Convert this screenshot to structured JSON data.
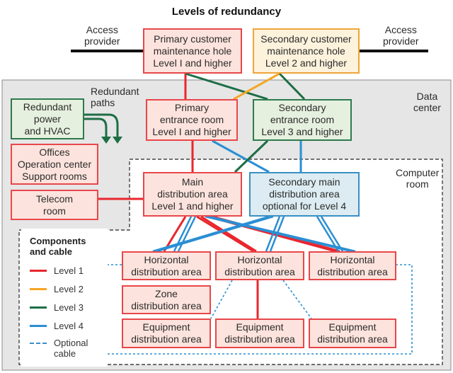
{
  "title": "Levels of redundancy",
  "access_provider_left": [
    "Access",
    "provider"
  ],
  "access_provider_right": [
    "Access",
    "provider"
  ],
  "data_center_label": [
    "Data",
    "center"
  ],
  "computer_room_label": [
    "Computer",
    "room"
  ],
  "redundant_paths_label": [
    "Redundant",
    "paths"
  ],
  "boxes": {
    "primary_hole": [
      "Primary customer",
      "maintenance hole",
      "Level I and higher"
    ],
    "secondary_hole": [
      "Secondary customer",
      "maintenance hole",
      "Level 2 and higher"
    ],
    "redundant_power": [
      "Redundant",
      "power",
      "and HVAC"
    ],
    "primary_entrance": [
      "Primary",
      "entrance room",
      "Level I and higher"
    ],
    "secondary_entrance": [
      "Secondary",
      "entrance room",
      "Level 3 and higher"
    ],
    "offices": [
      "Offices",
      "Operation center",
      "Support rooms"
    ],
    "telecom": [
      "Telecom",
      "room"
    ],
    "main_dist": [
      "Main",
      "distribution area",
      "Level 1 and higher"
    ],
    "secondary_main_dist": [
      "Secondary main",
      "distribution area",
      "optional for Level 4"
    ],
    "hda_left": [
      "Horizontal",
      "distribution area"
    ],
    "hda_mid": [
      "Horizontal",
      "distribution area"
    ],
    "hda_right": [
      "Horizontal",
      "distribution area"
    ],
    "zone_dist": [
      "Zone",
      "distribution area"
    ],
    "eda_left": [
      "Equipment",
      "distribution area"
    ],
    "eda_mid": [
      "Equipment",
      "distribution area"
    ],
    "eda_right": [
      "Equipment",
      "distribution area"
    ]
  },
  "legend": {
    "heading": [
      "Components",
      "and cable"
    ],
    "items": [
      {
        "label": "Level 1",
        "color": "#e8272e"
      },
      {
        "label": "Level 2",
        "color": "#f5a623"
      },
      {
        "label": "Level 3",
        "color": "#1d6e45"
      },
      {
        "label": "Level 4",
        "color": "#2a8fd4"
      }
    ],
    "optional": [
      "Optional",
      "cable"
    ]
  },
  "colors": {
    "level1": "#e8272e",
    "level2": "#f5a623",
    "level3": "#1d6e45",
    "level4": "#2a8fd4",
    "data_center_bg": "#e6e6e6"
  }
}
